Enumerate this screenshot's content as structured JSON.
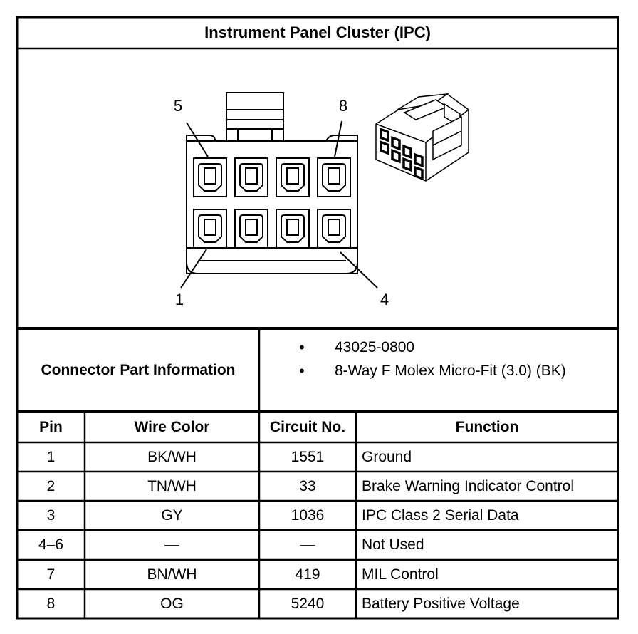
{
  "title": "Instrument Panel Cluster (IPC)",
  "diagram": {
    "pin_callouts": {
      "top_left": "5",
      "top_right": "8",
      "bottom_left": "1",
      "bottom_right": "4"
    }
  },
  "connector_info": {
    "label": "Connector Part Information",
    "items": [
      "43025-0800",
      "8-Way F Molex Micro-Fit (3.0) (BK)"
    ]
  },
  "table": {
    "headers": [
      "Pin",
      "Wire Color",
      "Circuit No.",
      "Function"
    ],
    "rows": [
      [
        "1",
        "BK/WH",
        "1551",
        "Ground"
      ],
      [
        "2",
        "TN/WH",
        "33",
        "Brake Warning Indicator Control"
      ],
      [
        "3",
        "GY",
        "1036",
        "IPC Class 2 Serial Data"
      ],
      [
        "4–6",
        "—",
        "—",
        "Not Used"
      ],
      [
        "7",
        "BN/WH",
        "419",
        "MIL Control"
      ],
      [
        "8",
        "OG",
        "5240",
        "Battery Positive Voltage"
      ]
    ]
  }
}
